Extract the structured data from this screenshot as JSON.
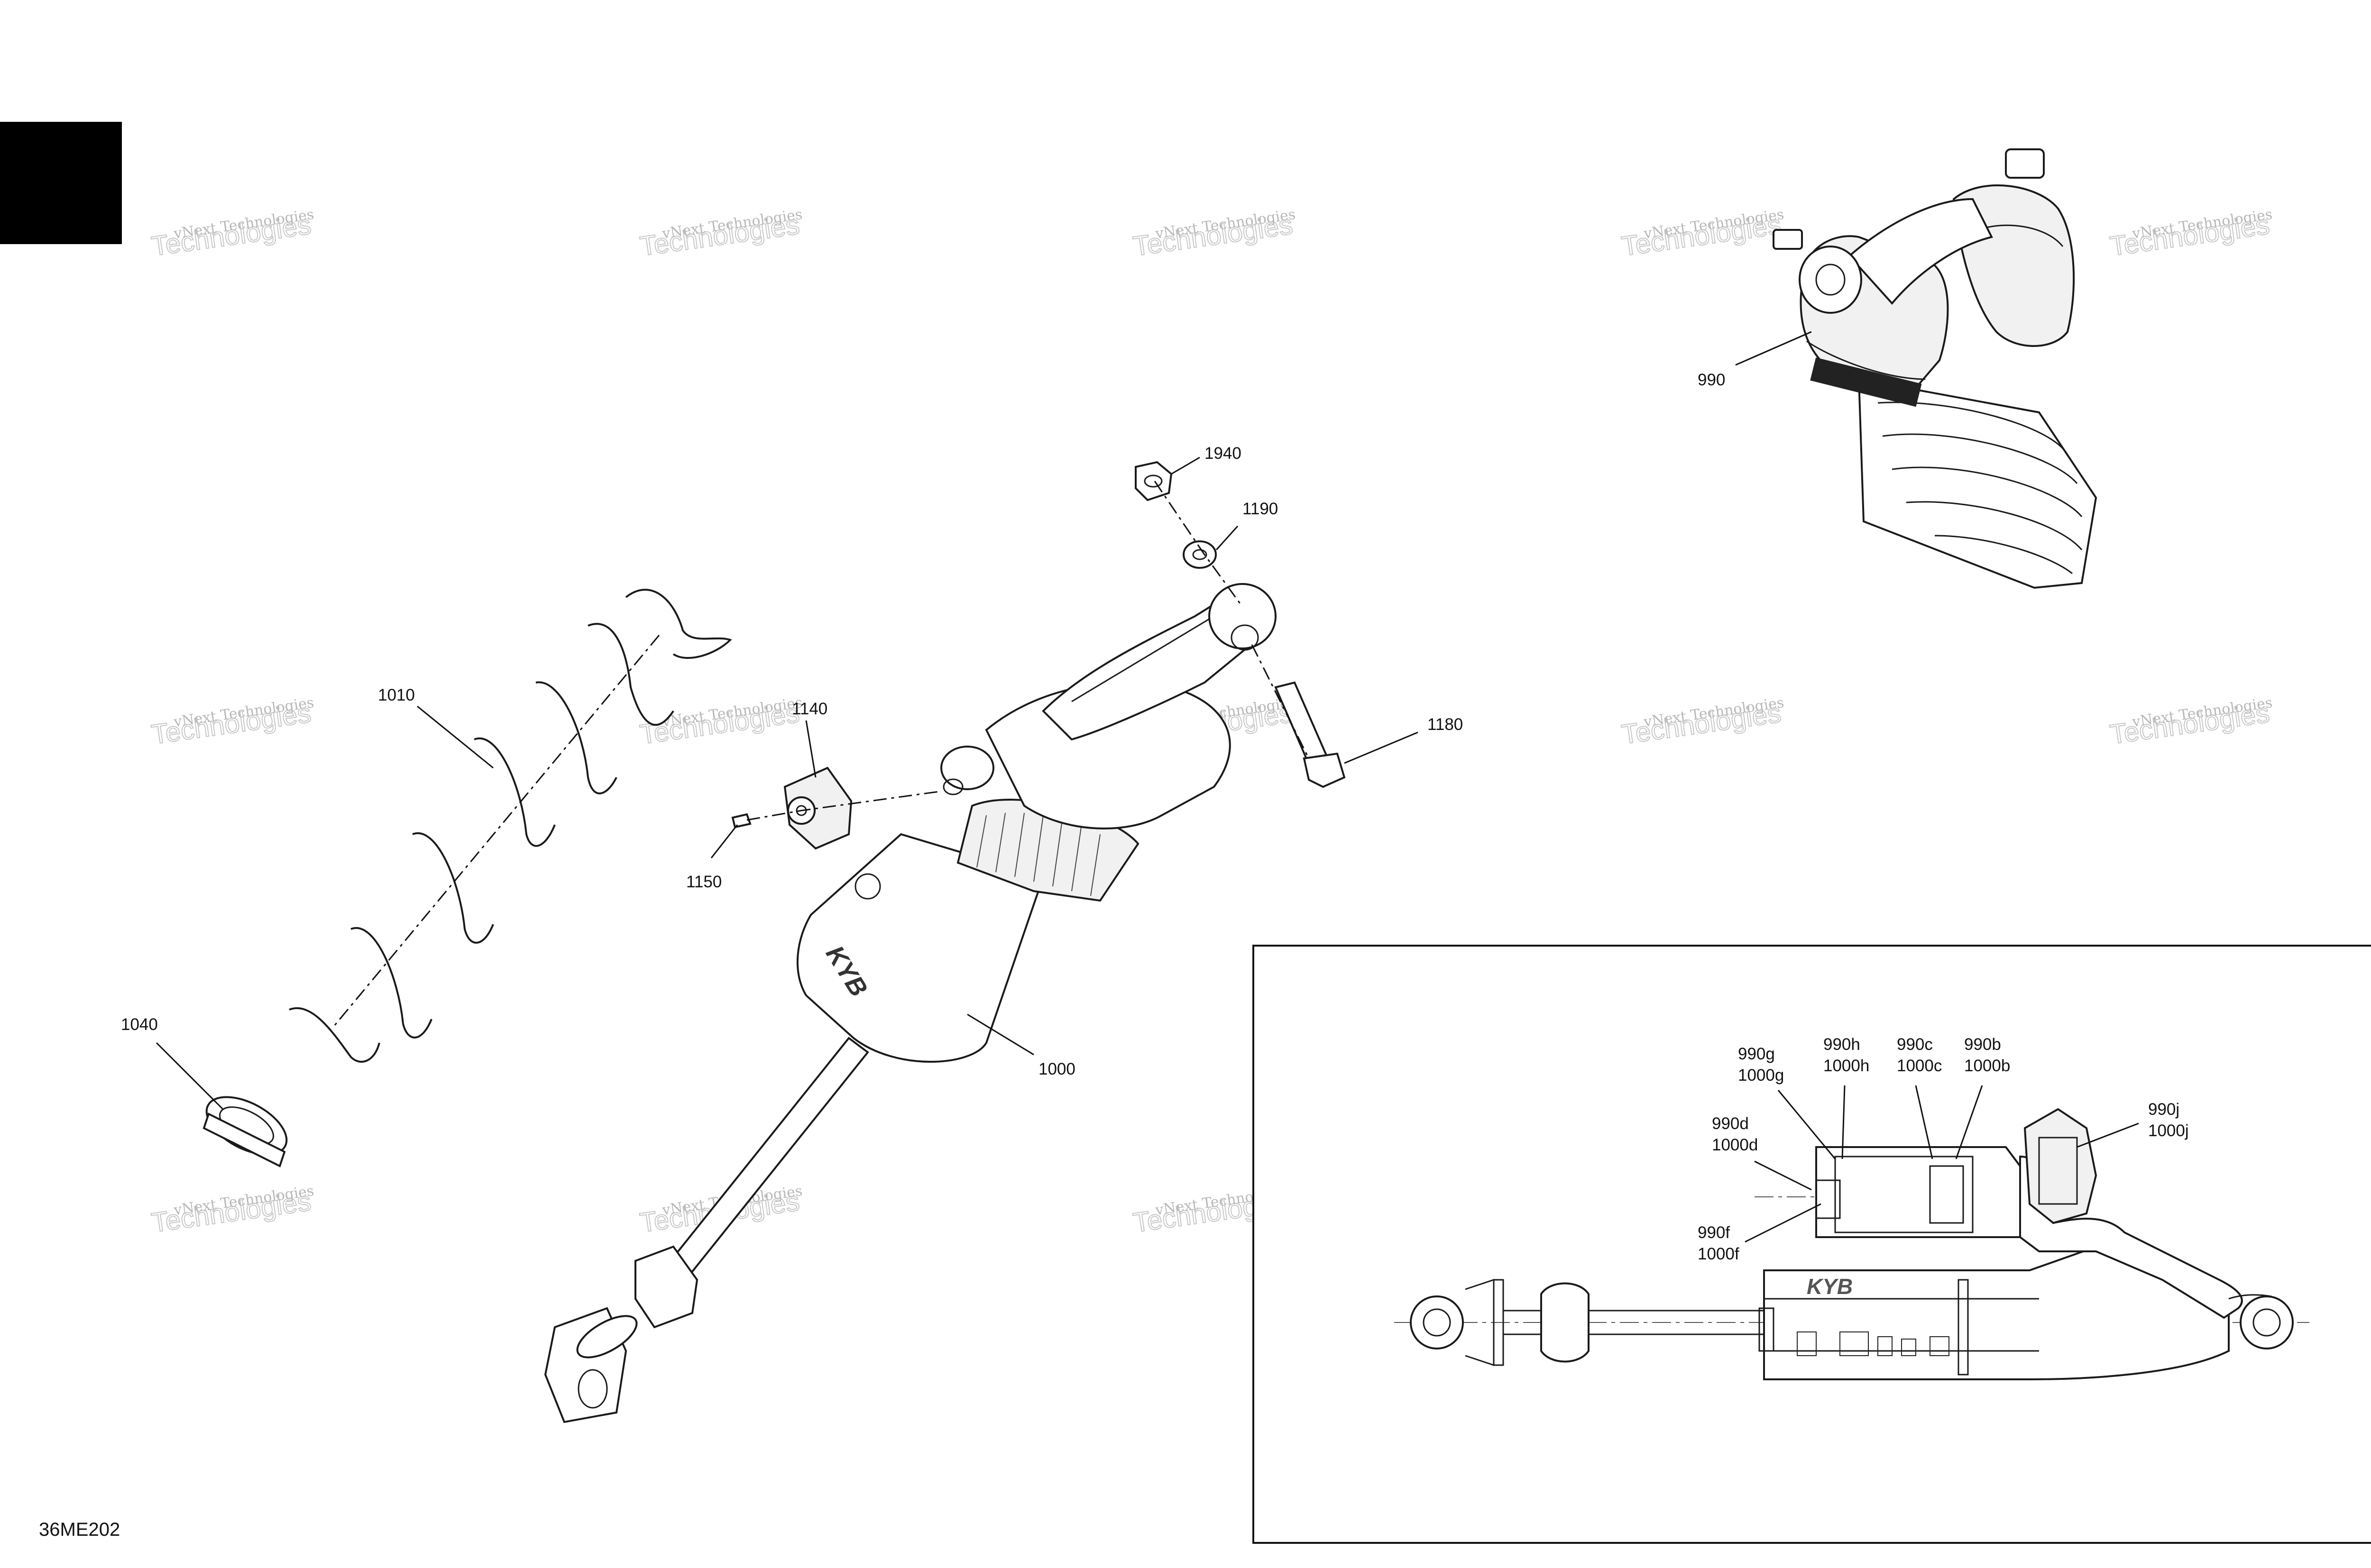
{
  "watermark": {
    "line1": "vNext Technologies",
    "line2": "Technologies"
  },
  "drawing_number": "36ME202",
  "callouts": {
    "c990": "990",
    "c1940": "1940",
    "c1190": "1190",
    "c1010": "1010",
    "c1140": "1140",
    "c1180": "1180",
    "c1150": "1150",
    "c1040": "1040",
    "c1000": "1000"
  },
  "detail_callouts": {
    "g": [
      "990g",
      "1000g"
    ],
    "h": [
      "990h",
      "1000h"
    ],
    "c": [
      "990c",
      "1000c"
    ],
    "b": [
      "990b",
      "1000b"
    ],
    "j": [
      "990j",
      "1000j"
    ],
    "d": [
      "990d",
      "1000d"
    ],
    "f": [
      "990f",
      "1000f"
    ]
  },
  "shock_logo_text": "KYB"
}
